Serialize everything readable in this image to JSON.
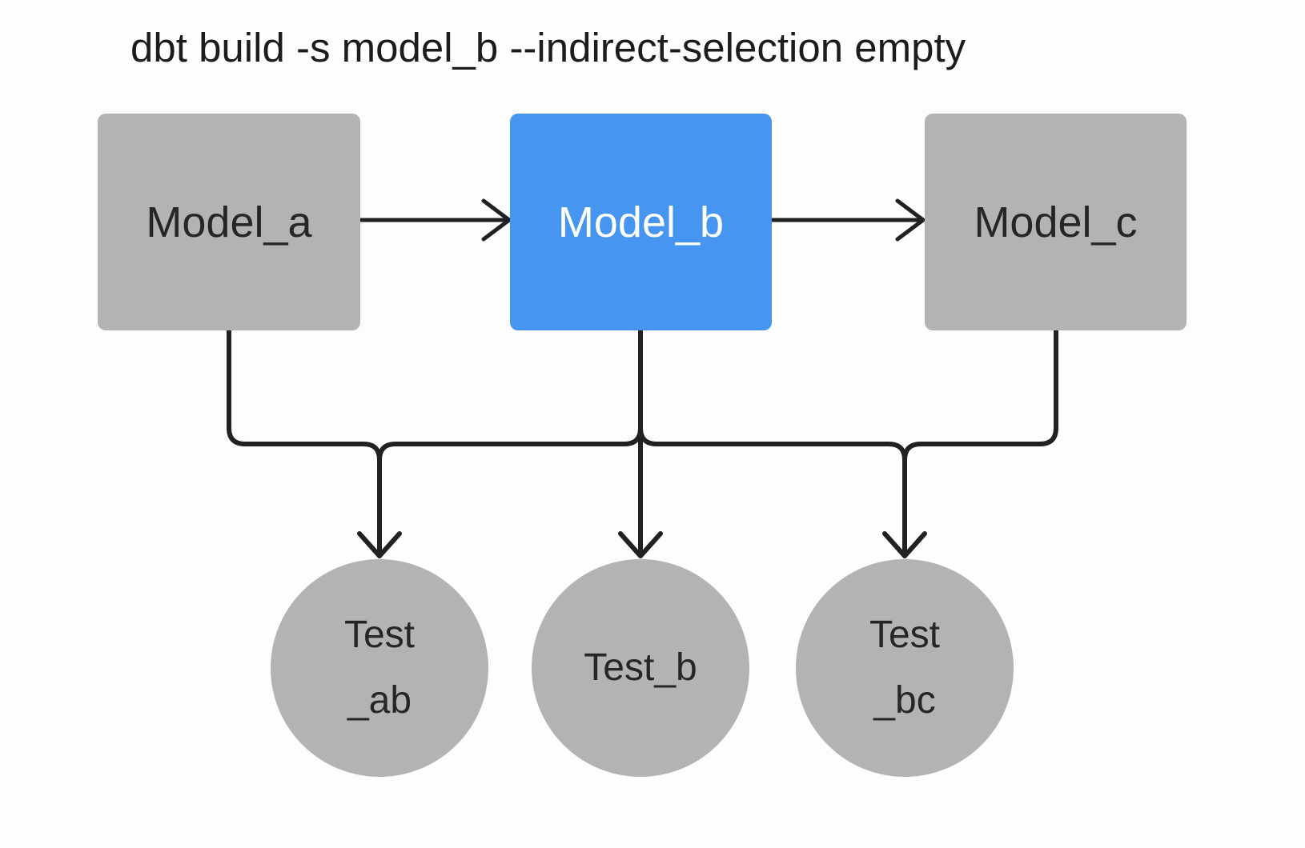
{
  "title": "dbt build -s model_b --indirect-selection empty",
  "nodes": {
    "model_a": {
      "label": "Model_a",
      "kind": "model",
      "state": "unselected"
    },
    "model_b": {
      "label": "Model_b",
      "kind": "model",
      "state": "selected"
    },
    "model_c": {
      "label": "Model_c",
      "kind": "model",
      "state": "unselected"
    },
    "test_ab": {
      "line1": "Test",
      "line2": "_ab",
      "kind": "test",
      "state": "unselected"
    },
    "test_b": {
      "line1": "Test_b",
      "line2": "",
      "kind": "test",
      "state": "unselected"
    },
    "test_bc": {
      "line1": "Test",
      "line2": "_bc",
      "kind": "test",
      "state": "unselected"
    }
  },
  "edges": [
    {
      "from": "model_a",
      "to": "model_b"
    },
    {
      "from": "model_b",
      "to": "model_c"
    },
    {
      "from": "model_a",
      "to": "test_ab"
    },
    {
      "from": "model_b",
      "to": "test_ab"
    },
    {
      "from": "model_b",
      "to": "test_b"
    },
    {
      "from": "model_b",
      "to": "test_bc"
    },
    {
      "from": "model_c",
      "to": "test_bc"
    }
  ],
  "colors": {
    "background": "#fdfdfd",
    "node_gray": "#b3b3b3",
    "node_selected_blue": "#4695f0",
    "edge_stroke": "#212121",
    "text_dark": "#262626",
    "text_on_selected": "#ffffff"
  }
}
